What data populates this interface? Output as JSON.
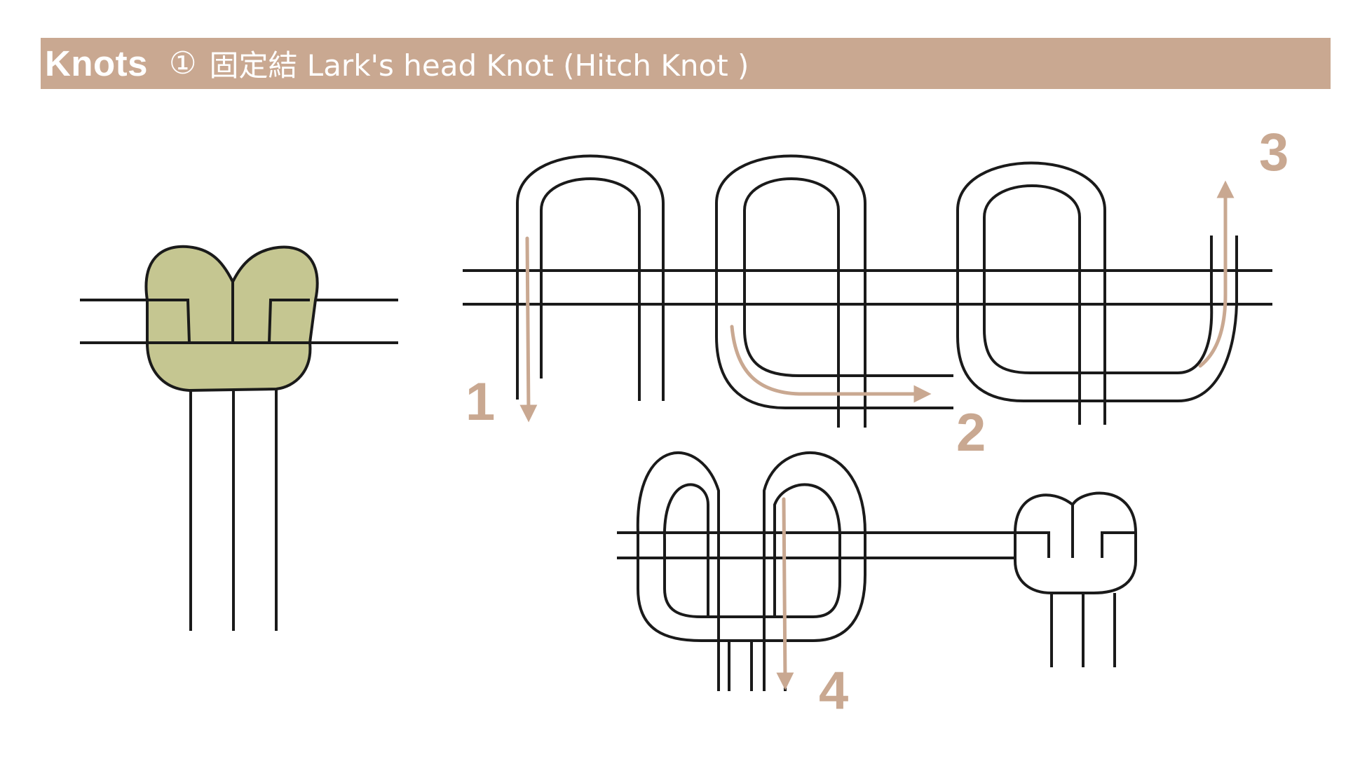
{
  "header": {
    "bold_label": "Knots",
    "number_mark": "①",
    "subtitle": "固定結 Lark's head Knot (Hitch Knot )"
  },
  "steps": [
    "1",
    "2",
    "3",
    "4"
  ],
  "colors": {
    "header_bg": "#c9a891",
    "header_text": "#ffffff",
    "knot_fill": "#c5c691",
    "arrow": "#c9a891",
    "cord_outline": "#1a1a1a"
  }
}
